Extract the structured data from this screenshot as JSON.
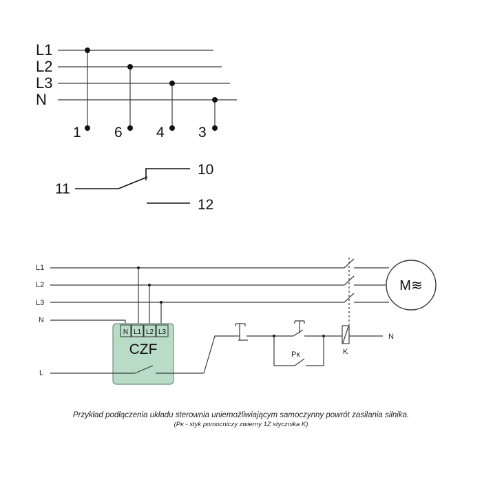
{
  "top_diagram": {
    "phase_labels": [
      "L1",
      "L2",
      "L3",
      "N"
    ],
    "terminal_labels": [
      "1",
      "6",
      "4",
      "3"
    ]
  },
  "contact_diagram": {
    "common": "11",
    "normally_open": "10",
    "normally_closed": "12"
  },
  "schematic": {
    "line_labels": [
      "L1",
      "L2",
      "L3",
      "N",
      "L"
    ],
    "device_name": "CZF",
    "device_terminals": [
      "N",
      "L1",
      "L2",
      "L3"
    ],
    "motor_label": "M≋",
    "aux_contact_label": "Pκ",
    "contactor_label": "K",
    "neutral_label": "N"
  },
  "caption": {
    "line1": "Przykład podłączenia układu sterownia uniemożliwiającym samoczynny powrót zasilania silnika.",
    "line2": "(Pκ - styk pomocniczy zwierny 1Z stycznika K)"
  },
  "colors": {
    "device_fill": "#b9dcc7",
    "device_stroke": "#6a8f7c",
    "ink": "#111111"
  }
}
